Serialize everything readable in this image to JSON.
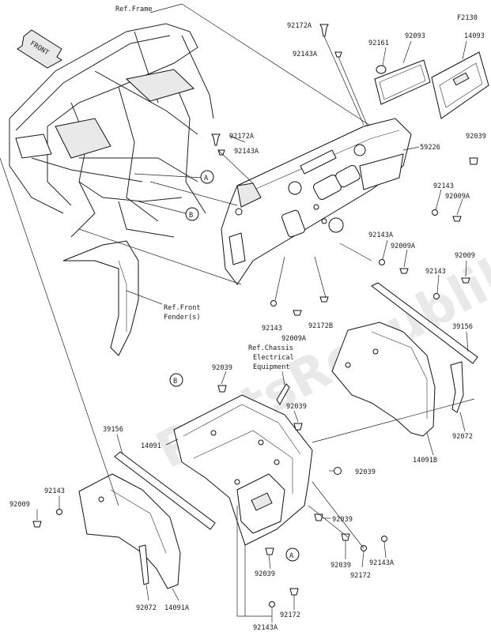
{
  "diagram": {
    "code": "F2130",
    "front_arrow": "FRONT",
    "watermark": "PartsRepublik",
    "callouts": [
      "A",
      "B",
      "B",
      "A"
    ],
    "refs": {
      "frame": "Ref.Frame",
      "fender_1": "Ref.Front",
      "fender_2": "Fender(s)",
      "chassis_1": "Ref.Chassis",
      "chassis_2": "Electrical",
      "chassis_3": "Equipment"
    },
    "labels": {
      "p92172A_top": "92172A",
      "p92143A_top": "92143A",
      "p92161": "92161",
      "p92093": "92093",
      "p14093": "14093",
      "p92172A_mid": "92172A",
      "p92143A_mid": "92143A",
      "p59226": "59226",
      "p92039_r1": "92039",
      "p92143_r1": "92143",
      "p92009A_r1": "92009A",
      "p92143A_c": "92143A",
      "p92009A_c": "92009A",
      "p92009_r2": "92009",
      "p92143_r2": "92143",
      "p92143_c2": "92143",
      "p92009A_c2": "92009A",
      "p92172B": "92172B",
      "p39156_r": "39156",
      "p92039_b1": "92039",
      "p92039_b2": "92039",
      "p14091": "14091",
      "p39156_l": "39156",
      "p92072_r": "92072",
      "p14091B": "14091B",
      "p92039_b3": "92039",
      "p92143_l": "92143",
      "p92009_l": "92009",
      "p92039_b4": "92039",
      "p92039_b5": "92039",
      "p92143A_br": "92143A",
      "p92172_br": "92172",
      "p92072_l": "92072",
      "p14091A": "14091A",
      "p92039_b6": "92039",
      "p92172_b": "92172",
      "p92143A_b": "92143A"
    }
  }
}
